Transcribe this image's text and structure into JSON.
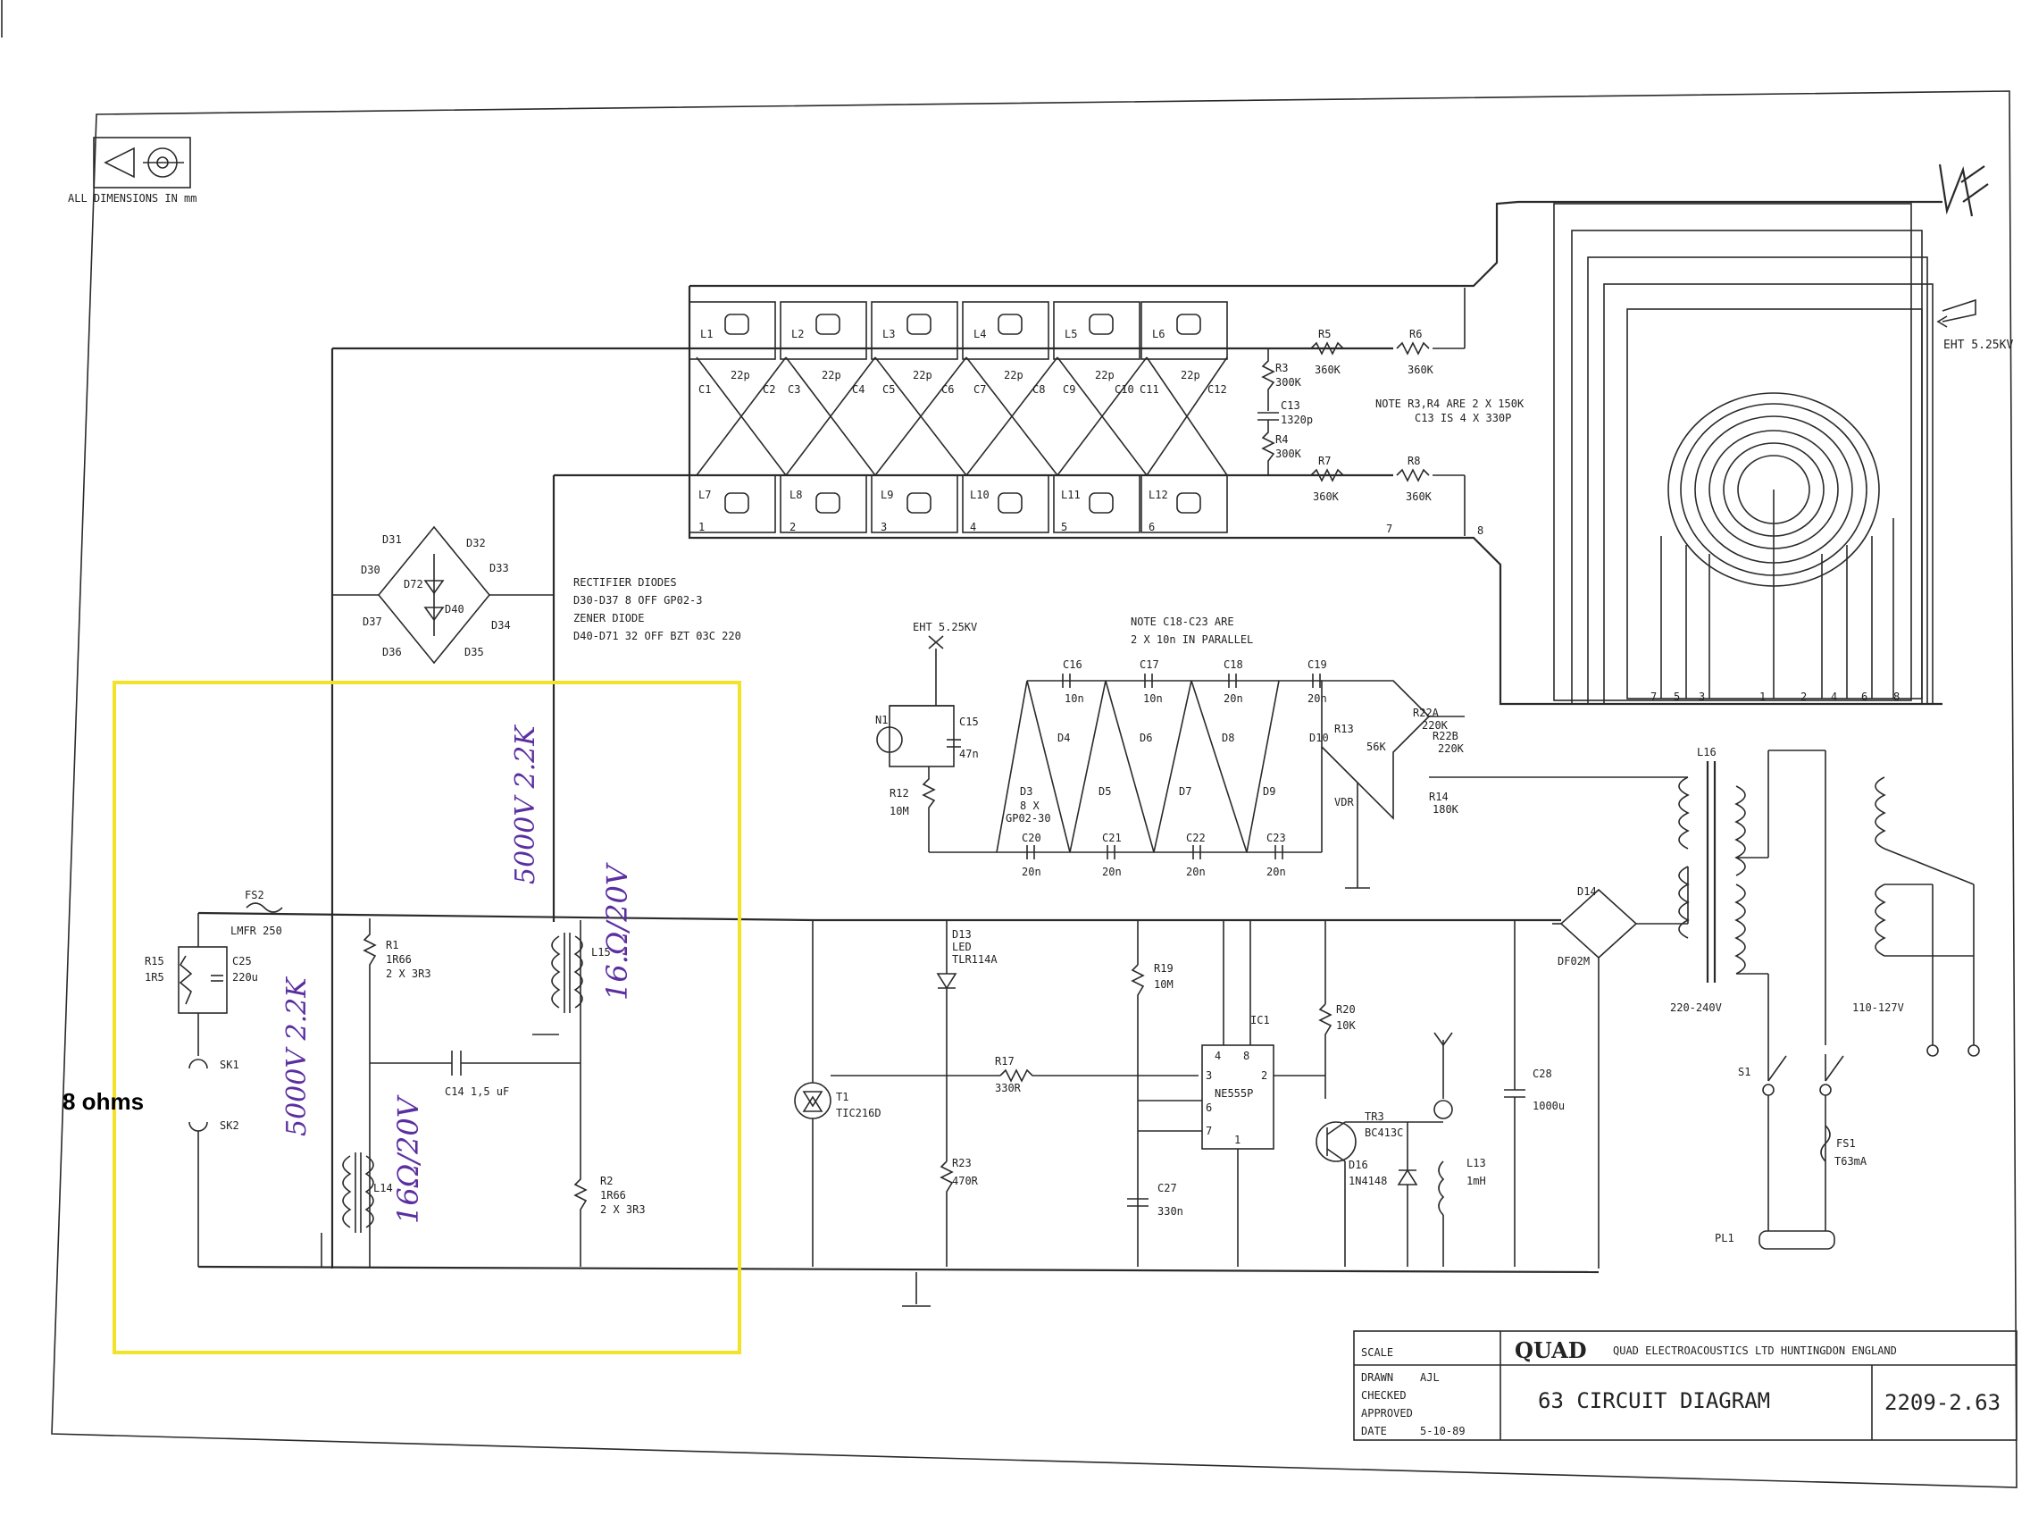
{
  "header": {
    "dims_note": "ALL DIMENSIONS IN mm"
  },
  "labels": {
    "eht_top": "EHT 5.25KV",
    "eht_mid": "EHT 5.25KV",
    "l_top": [
      "L1",
      "L2",
      "L3",
      "L4",
      "L5",
      "L6"
    ],
    "l_bot": [
      "L7",
      "L8",
      "L9",
      "L10",
      "L11",
      "L12"
    ],
    "l_bot_nums": [
      "1",
      "2",
      "3",
      "4",
      "5",
      "6",
      "7",
      "8"
    ],
    "c_top": [
      "C1",
      "C2",
      "C3",
      "C4",
      "C5",
      "C6",
      "C7",
      "C8",
      "C9",
      "C10",
      "C11",
      "C12"
    ],
    "c22p": "22p",
    "r5": "R5",
    "r5v": "360K",
    "r6": "R6",
    "r6v": "360K",
    "r7": "R7",
    "r7v": "360K",
    "r8": "R8",
    "r8v": "360K",
    "r3": "R3",
    "r3v": "300K",
    "c13": "C13",
    "c13v": "1320p",
    "r4": "R4",
    "r4v": "300K",
    "note_r": "NOTE R3,R4 ARE 2 X 150K",
    "note_c13": "C13 IS 4 X 330P",
    "d_bridge": [
      "D31",
      "D32",
      "D30",
      "D33",
      "D72",
      "D40",
      "D37",
      "D34",
      "D36",
      "D35"
    ],
    "rect_note_1": "RECTIFIER DIODES",
    "rect_note_2": "D30-D37 8 OFF GP02-3",
    "rect_note_3": "ZENER DIODE",
    "rect_note_4": "D40-D71 32 OFF BZT 03C 220",
    "note_c18_1": "NOTE C18-C23 ARE",
    "note_c18_2": "2 X 10n IN PARALLEL",
    "n1": "N1",
    "c15": "C15",
    "c15v": "47n",
    "r12": "R12",
    "r12v": "10M",
    "c16": "C16",
    "c16v": "10n",
    "c17": "C17",
    "c17v": "10n",
    "c18": "C18",
    "c18v": "20n",
    "c19": "C19",
    "c19v": "20n",
    "c20": "C20",
    "c20v": "20n",
    "c21": "C21",
    "c21v": "20n",
    "c22": "C22",
    "c22v": "20n",
    "c23": "C23",
    "c23v": "20n",
    "d_ladder": [
      "D4",
      "D6",
      "D8",
      "D10",
      "D3",
      "D5",
      "D7",
      "D9"
    ],
    "d3_note": "8 X",
    "d3_note2": "GP02-30",
    "r13": "R13",
    "r13v": "56K",
    "r22a": "R22A",
    "r22av": "220K",
    "r22b": "R22B",
    "r22bv": "220K",
    "r14": "R14",
    "r14v": "180K",
    "vdr": "VDR",
    "l16": "L16",
    "d14": "D14",
    "d14v": "DF02M",
    "v220": "220-240V",
    "v110": "110-127V",
    "s1": "S1",
    "fs1": "FS1",
    "fs1v": "T63mA",
    "pl1": "PL1",
    "fs2": "FS2",
    "fs2v": "LMFR 250",
    "r15": "R15",
    "r15v": "1R5",
    "c25": "C25",
    "c25v": "220u",
    "r1": "R1",
    "r1v": "1R66",
    "r1v2": "2 X 3R3",
    "r2": "R2",
    "r2v": "1R66",
    "r2v2": "2 X 3R3",
    "l14": "L14",
    "l15": "L15",
    "c14": "C14 1,5 uF",
    "sk1": "SK1",
    "sk2": "SK2",
    "d13": "D13",
    "d13a": "LED",
    "d13v": "TLR114A",
    "t1": "T1",
    "t1v": "TIC216D",
    "r17": "R17",
    "r17v": "330R",
    "r23": "R23",
    "r23v": "470R",
    "r19": "R19",
    "r19v": "10M",
    "c27": "C27",
    "c27v": "330n",
    "ic1": "IC1",
    "ic1v": "NE555P",
    "ic_pins": [
      "4",
      "8",
      "3",
      "2",
      "6",
      "7",
      "1"
    ],
    "r20": "R20",
    "r20v": "10K",
    "tr3": "TR3",
    "tr3v": "BC413C",
    "d16": "D16",
    "d16v": "1N4148",
    "l13": "L13",
    "l13v": "1mH",
    "c28": "C28",
    "c28v": "1000u",
    "conn_nums": [
      "7",
      "5",
      "3",
      "1",
      "2",
      "4",
      "6",
      "8"
    ]
  },
  "handwritten": {
    "left_vert": "5000V 2.2K",
    "right_vert": "5000V 2.2K",
    "l14_note": "16Ω/20V",
    "l15_note": "16.Ω/20V"
  },
  "annotation": {
    "ohms": "8 ohms",
    "highlight_color": "#f2e22a"
  },
  "title_block": {
    "scale": "SCALE",
    "drawn": "DRAWN",
    "drawn_by": "AJL",
    "checked": "CHECKED",
    "approved": "APPROVED",
    "date_label": "DATE",
    "date": "5-10-89",
    "brand": "QUAD",
    "company": "QUAD ELECTROACOUSTICS LTD HUNTINGDON ENGLAND",
    "title": "63 CIRCUIT DIAGRAM",
    "number": "2209-2.63"
  }
}
